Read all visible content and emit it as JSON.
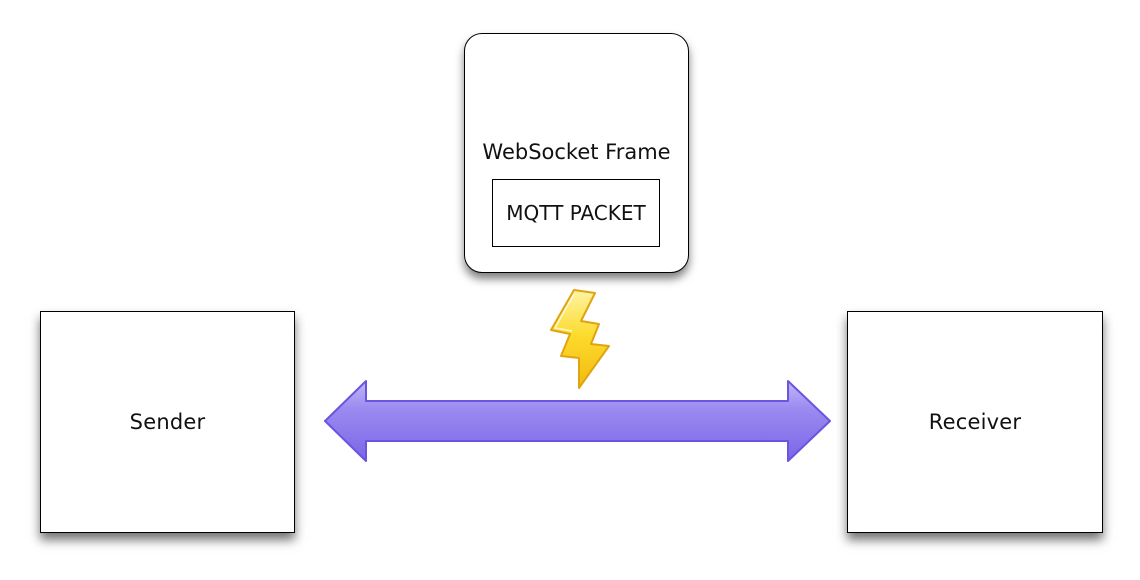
{
  "nodes": {
    "sender": "Sender",
    "receiver": "Receiver",
    "frame": {
      "title": "WebSocket Frame",
      "packet": "MQTT PACKET"
    }
  },
  "connector": {
    "type": "bidirectional-arrow",
    "color": "#8a78ea",
    "stroke": "#6a55e0"
  },
  "icon": {
    "name": "lightning-bolt-icon",
    "color": "#f7d21c"
  }
}
